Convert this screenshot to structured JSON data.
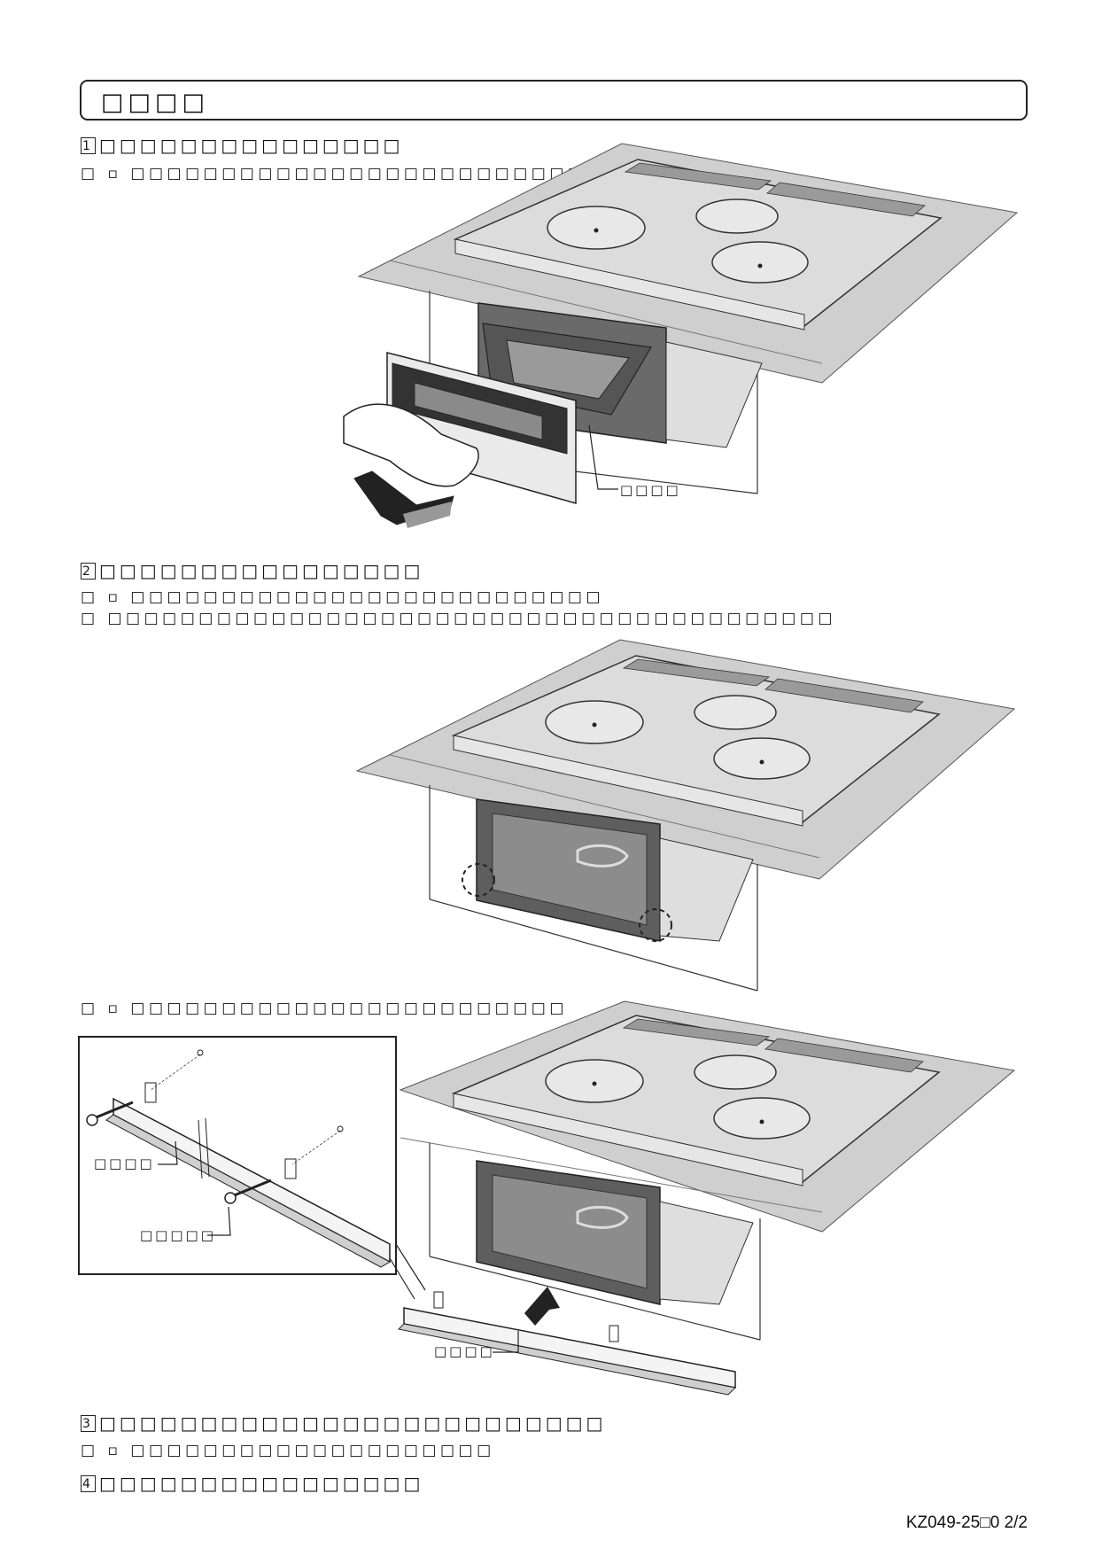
{
  "section_title": "□□□□",
  "steps": [
    {
      "number": "1",
      "heading": "□□□□□□□□□□□□□□□",
      "notes": [
        "□ ▫ □□□□□□□□□□□□□□□□□□□□□□□□□□□□□□"
      ],
      "labels": {
        "callout": "□□□□"
      }
    },
    {
      "number": "2",
      "heading": "□□□□□□□□□□□□□□□□",
      "notes": [
        "□ ▫ □□□□□□□□□□□□□□□□□□□□□□□□□□",
        "□ □□□□□□□□□□□□□□□□□□□□□□□□□□□□□□□□□□□□□□□□",
        "□ ▫ □□□□□□□□□□□□□□□□□□□□□□□□"
      ],
      "labels": {
        "inset_top": "□□□□",
        "inset_bottom": "□□□□□",
        "part": "□□□□"
      }
    },
    {
      "number": "3",
      "heading": "□□□□□□□□□□□□□□□□□□□□□□□□□",
      "notes": [
        "□ ▫ □□□□□□□□□□□□□□□□□□□□"
      ]
    },
    {
      "number": "4",
      "heading": "□□□□□□□□□□□□□□□□"
    }
  ],
  "footer": "KZ049-25□0  2/2"
}
